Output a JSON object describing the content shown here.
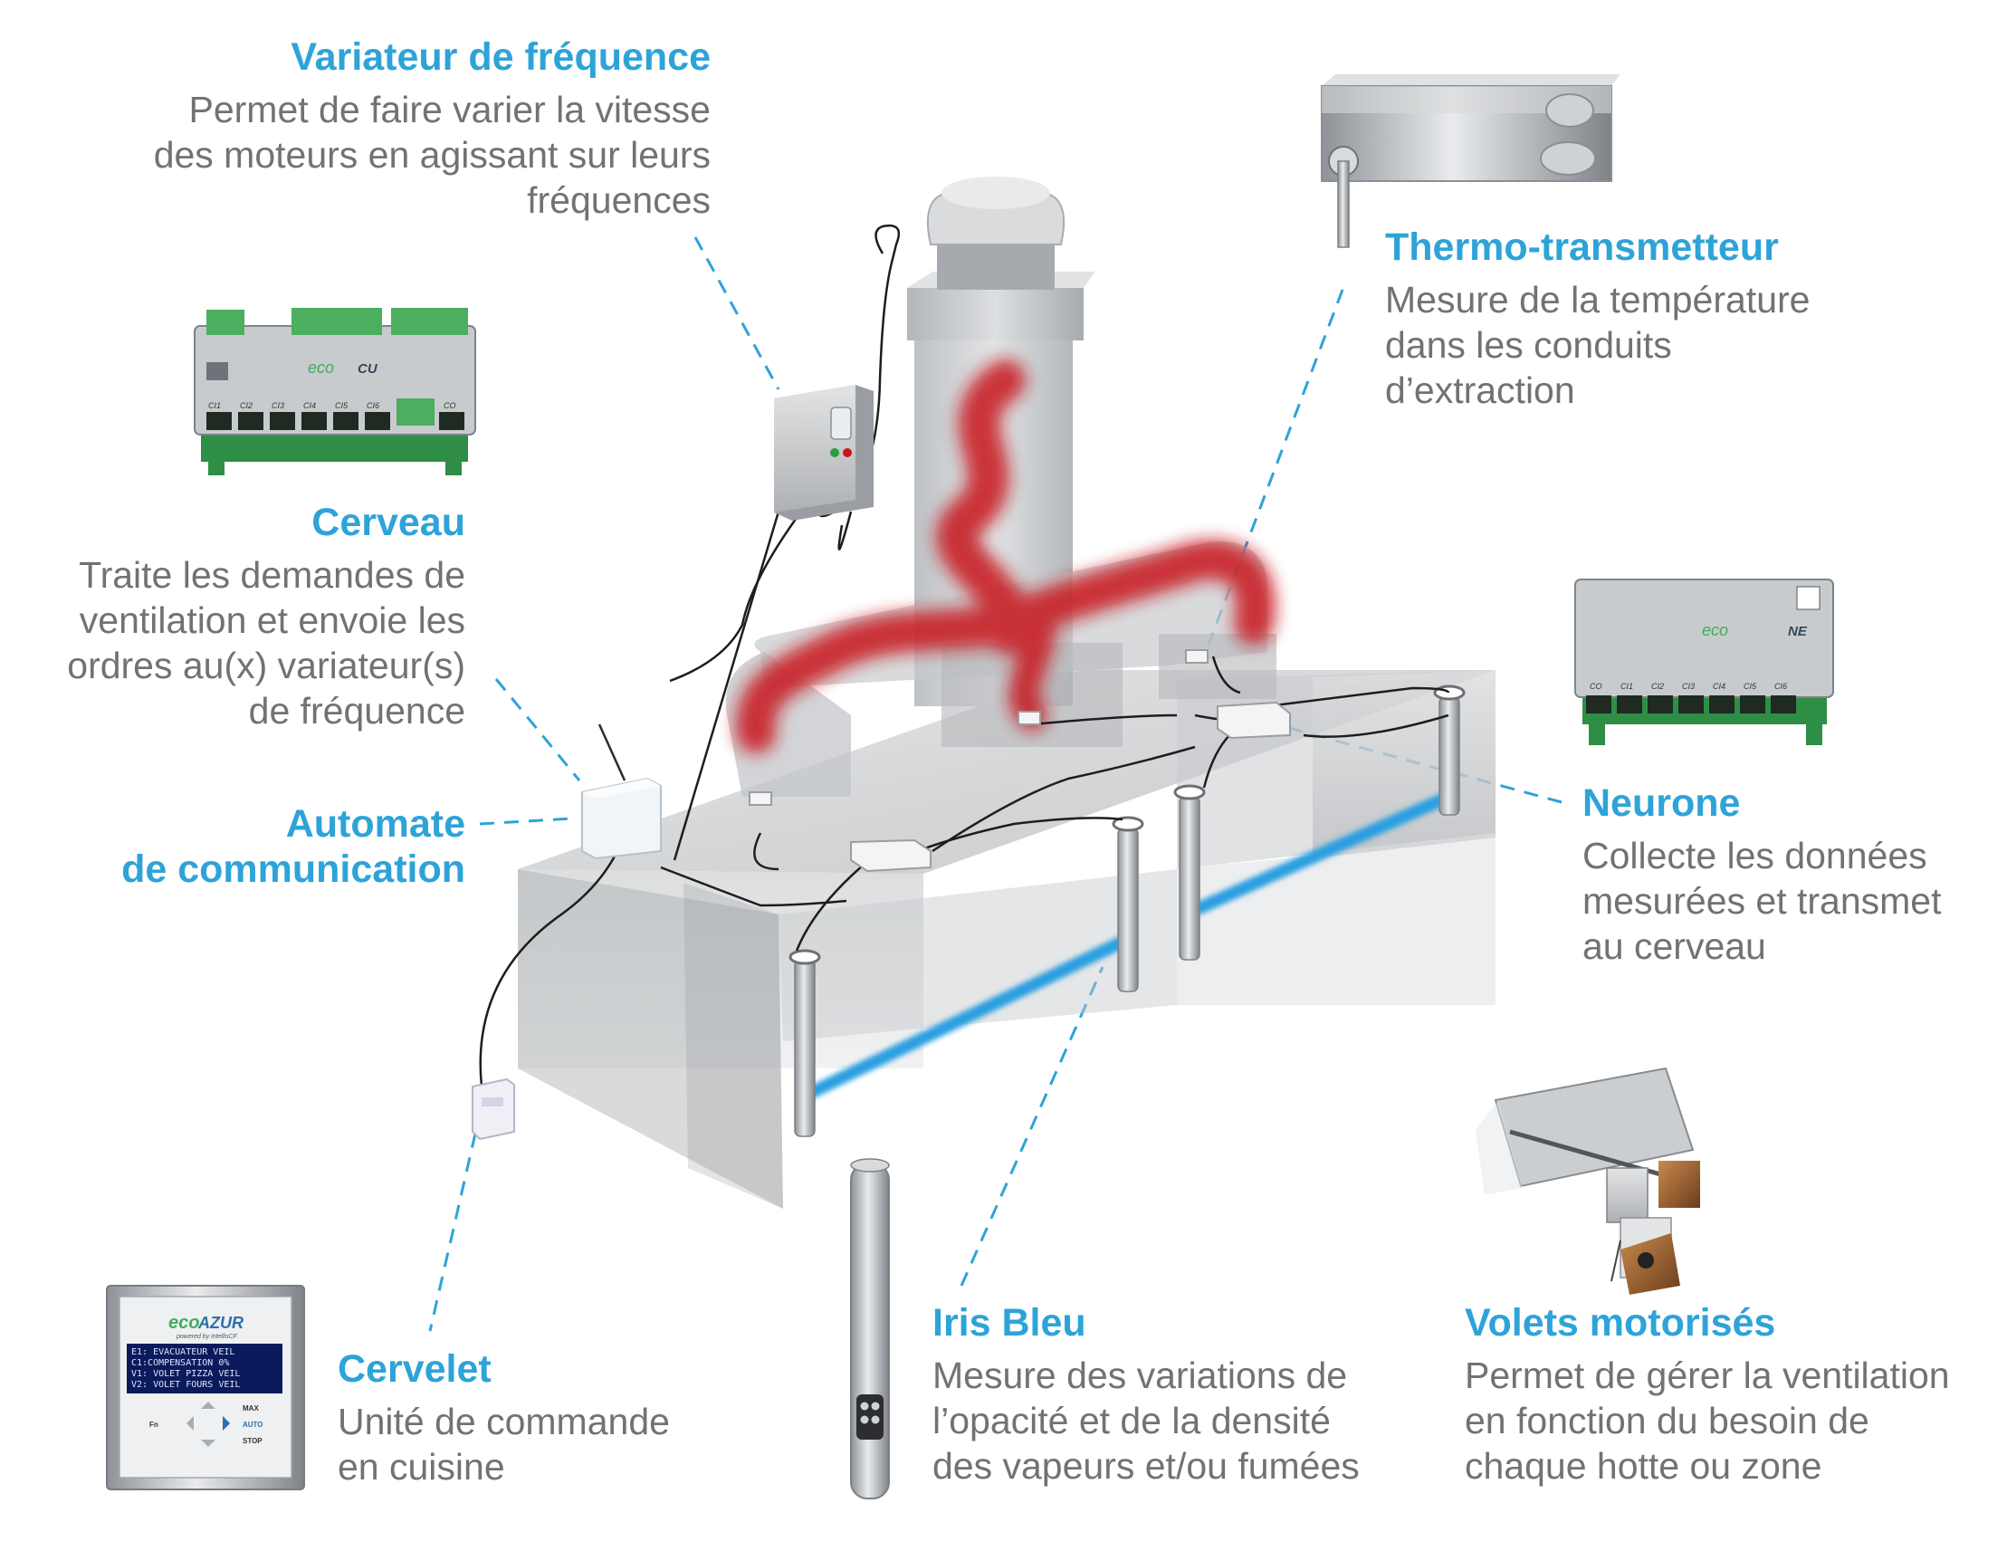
{
  "components": {
    "variateur": {
      "title": "Variateur de fréquence",
      "desc": [
        "Permet de faire varier la vitesse",
        "des moteurs en agissant sur leurs",
        "fréquences"
      ]
    },
    "thermo": {
      "title": "Thermo-transmetteur",
      "desc": [
        "Mesure de la température",
        "dans les conduits",
        "d’extraction"
      ]
    },
    "cerveau": {
      "title": "Cerveau",
      "desc": [
        "Traite les demandes de",
        "ventilation et envoie les",
        "ordres au(x) variateur(s)",
        "de fréquence"
      ],
      "device_brand": "eco",
      "device_model": "CU",
      "ports": [
        "CI1",
        "CI2",
        "CI3",
        "CI4",
        "CI5",
        "CI6",
        "CO"
      ]
    },
    "automate": {
      "title": [
        "Automate",
        "de communication"
      ]
    },
    "neurone": {
      "title": "Neurone",
      "desc": [
        "Collecte les données",
        "mesurées et transmet",
        "au cerveau"
      ],
      "device_brand": "eco",
      "device_model": "NE",
      "ports": [
        "CO",
        "CI1",
        "CI2",
        "CI3",
        "CI4",
        "CI5",
        "CI6"
      ]
    },
    "cervelet": {
      "title": "Cervelet",
      "desc": [
        "Unité de commande",
        "en cuisine"
      ],
      "brand_prefix": "eco",
      "brand_suffix": "AZUR",
      "brand_sub": "powered by intellisCF",
      "screen": [
        "E1: EVACUATEUR  VEIL",
        "C1:COMPENSATION   0%",
        "V1: VOLET PIZZA VEIL",
        "V2: VOLET FOURS VEIL"
      ],
      "keys": [
        "MAX",
        "AUTO",
        "STOP"
      ],
      "side_key": "Fn"
    },
    "iris": {
      "title": "Iris Bleu",
      "desc": [
        "Mesure des variations de",
        "l’opacité et de la densité",
        "des vapeurs et/ou fumées"
      ]
    },
    "volets": {
      "title": "Volets motorisés",
      "desc": [
        "Permet de gérer la ventilation",
        "en fonction du besoin de",
        "chaque hotte ou zone"
      ]
    }
  },
  "colors": {
    "accent": "#2ea3d8",
    "text": "#727272",
    "airflow": "#c8161b",
    "sensor_beam": "#2b9fe0",
    "pcb_green": "#3aa35a",
    "steel": "#b8bcc0"
  }
}
